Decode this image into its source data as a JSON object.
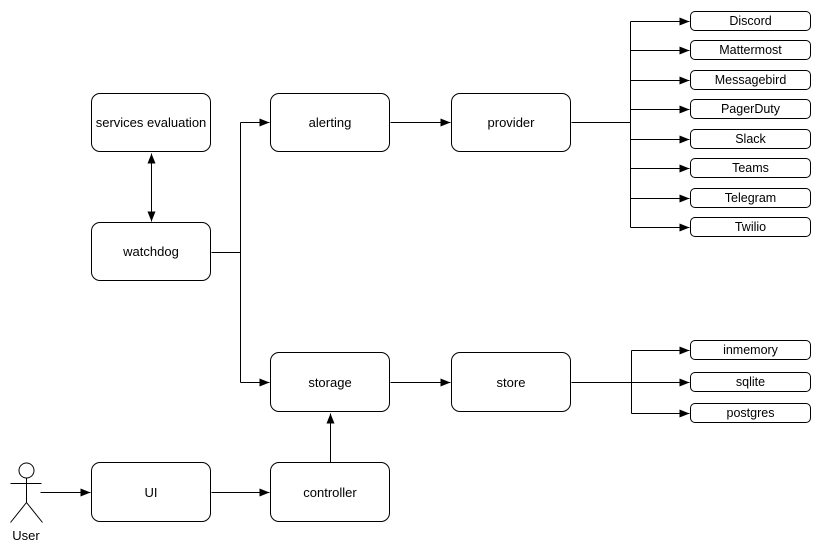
{
  "colors": {
    "background": "#ffffff",
    "node_fill": "#ffffff",
    "stroke": "#000000"
  },
  "nodes": {
    "services_evaluation": "services evaluation",
    "watchdog": "watchdog",
    "alerting": "alerting",
    "provider": "provider",
    "storage": "storage",
    "store": "store",
    "ui": "UI",
    "controller": "controller"
  },
  "providers": [
    "Discord",
    "Mattermost",
    "Messagebird",
    "PagerDuty",
    "Slack",
    "Teams",
    "Telegram",
    "Twilio"
  ],
  "stores": [
    "inmemory",
    "sqlite",
    "postgres"
  ],
  "actor": {
    "label": "User"
  },
  "edges": [
    {
      "from": "watchdog",
      "to": "services evaluation",
      "arrows": "both"
    },
    {
      "from": "watchdog",
      "to": "alerting",
      "arrows": "end"
    },
    {
      "from": "watchdog",
      "to": "storage",
      "arrows": "end"
    },
    {
      "from": "alerting",
      "to": "provider",
      "arrows": "end"
    },
    {
      "from": "provider",
      "to": "Discord",
      "arrows": "end"
    },
    {
      "from": "provider",
      "to": "Mattermost",
      "arrows": "end"
    },
    {
      "from": "provider",
      "to": "Messagebird",
      "arrows": "end"
    },
    {
      "from": "provider",
      "to": "PagerDuty",
      "arrows": "end"
    },
    {
      "from": "provider",
      "to": "Slack",
      "arrows": "end"
    },
    {
      "from": "provider",
      "to": "Teams",
      "arrows": "end"
    },
    {
      "from": "provider",
      "to": "Telegram",
      "arrows": "end"
    },
    {
      "from": "provider",
      "to": "Twilio",
      "arrows": "end"
    },
    {
      "from": "storage",
      "to": "store",
      "arrows": "end"
    },
    {
      "from": "store",
      "to": "inmemory",
      "arrows": "end"
    },
    {
      "from": "store",
      "to": "sqlite",
      "arrows": "end"
    },
    {
      "from": "store",
      "to": "postgres",
      "arrows": "end"
    },
    {
      "from": "User",
      "to": "UI",
      "arrows": "end"
    },
    {
      "from": "UI",
      "to": "controller",
      "arrows": "end"
    },
    {
      "from": "controller",
      "to": "storage",
      "arrows": "end"
    }
  ]
}
